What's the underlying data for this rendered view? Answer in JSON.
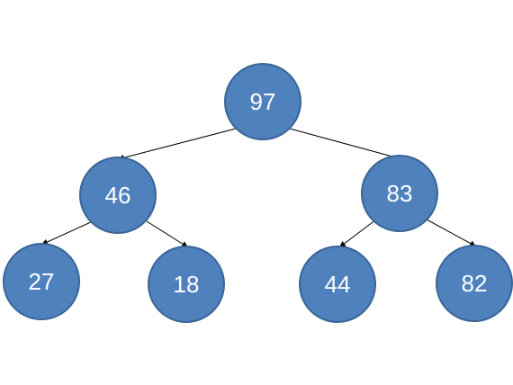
{
  "tree": {
    "nodes": [
      {
        "id": "n0",
        "label": "97"
      },
      {
        "id": "n1",
        "label": "46"
      },
      {
        "id": "n2",
        "label": "83"
      },
      {
        "id": "n3",
        "label": "27"
      },
      {
        "id": "n4",
        "label": "18"
      },
      {
        "id": "n5",
        "label": "44"
      },
      {
        "id": "n6",
        "label": "82"
      }
    ],
    "edges": [
      {
        "from": "n0",
        "to": "n1"
      },
      {
        "from": "n0",
        "to": "n2"
      },
      {
        "from": "n1",
        "to": "n3"
      },
      {
        "from": "n1",
        "to": "n4"
      },
      {
        "from": "n2",
        "to": "n5"
      },
      {
        "from": "n2",
        "to": "n6"
      }
    ],
    "colors": {
      "node_fill": "#4f81bd",
      "node_stroke": "#3a6597",
      "node_text": "#ffffff",
      "edge": "#000000"
    }
  }
}
